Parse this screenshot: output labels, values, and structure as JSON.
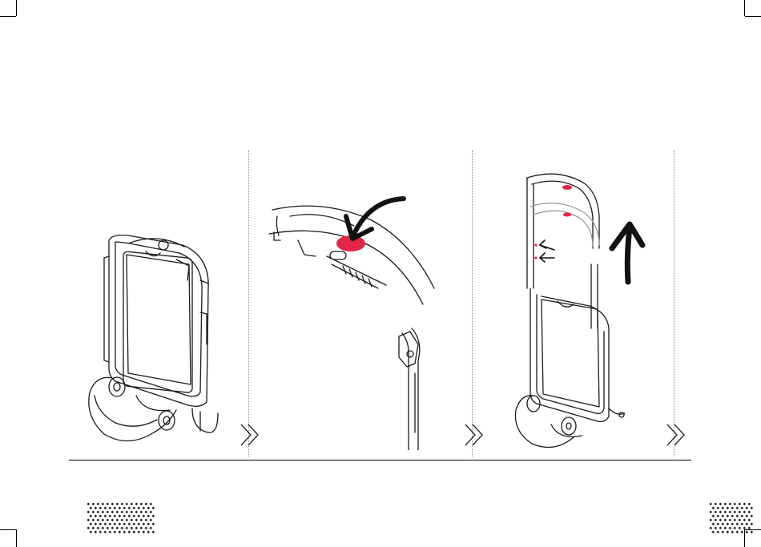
{
  "document": {
    "title": "",
    "steps": [
      {
        "name": "step-1-folded-trolley"
      },
      {
        "name": "step-2-press-release-button"
      },
      {
        "name": "step-3-extend-handle"
      }
    ],
    "colors": {
      "line": "#1a1a1a",
      "accent": "#e32546",
      "separator": "#8a8a8a"
    },
    "icons": [
      "curved-arrow-icon",
      "up-arrow-icon",
      "small-arrow-icon",
      "chevron-next-icon"
    ]
  }
}
